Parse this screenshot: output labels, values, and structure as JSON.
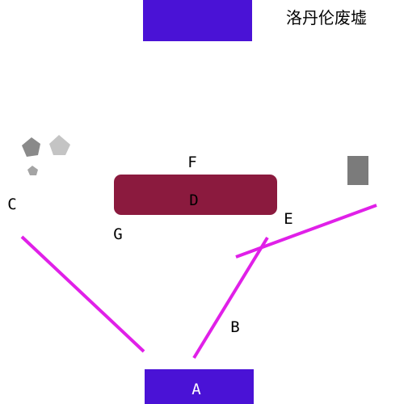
{
  "title": "洛丹伦废墟",
  "labels": {
    "a": "A",
    "b": "B",
    "c": "C",
    "d": "D",
    "e": "E",
    "f": "F",
    "g": "G"
  },
  "colors": {
    "gate": "#4a12d6",
    "platform": "#8b1a3e",
    "beam": "#e020e8",
    "rock_dark": "#8a8a8a",
    "rock_light": "#c4c4c4",
    "rock_small": "#a4a4a4",
    "block": "#7b7b7b"
  }
}
